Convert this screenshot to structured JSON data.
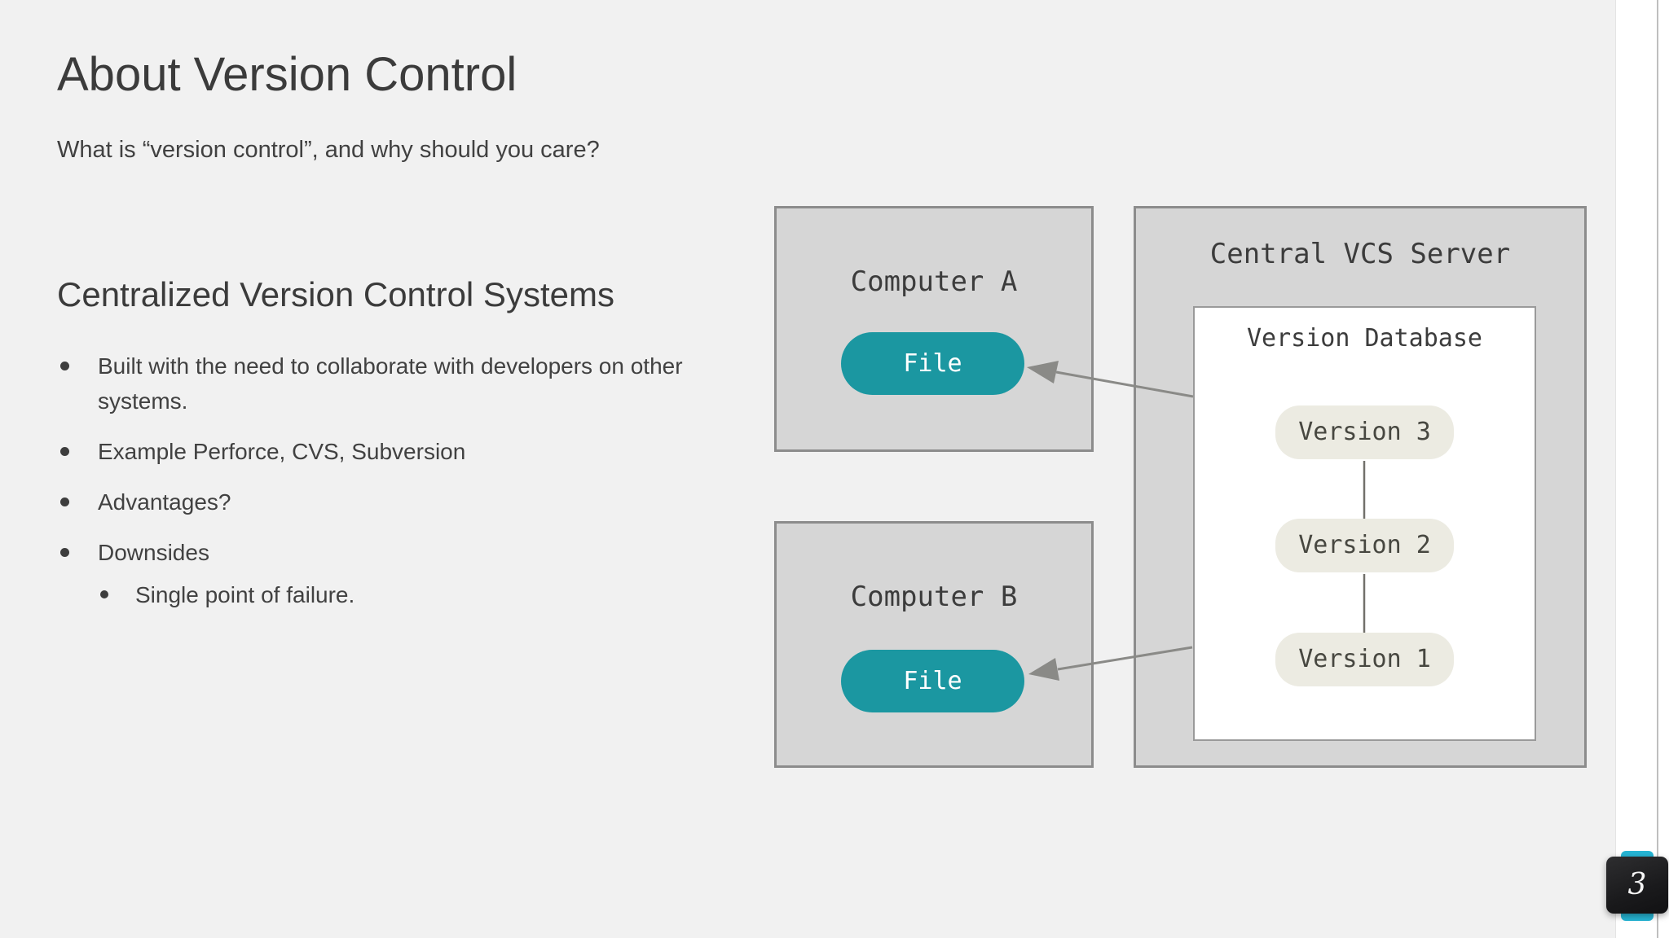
{
  "slide": {
    "title": "About Version Control",
    "subtitle": "What is “version control”, and why should you care?",
    "section_heading": "Centralized Version Control Systems",
    "bullets": [
      {
        "level": 1,
        "text": "Built with the need to collaborate with developers on other systems."
      },
      {
        "level": 1,
        "text": "Example Perforce, CVS, Subversion"
      },
      {
        "level": 1,
        "text": "Advantages?"
      },
      {
        "level": 1,
        "text": "Downsides"
      },
      {
        "level": 2,
        "text": "Single point of failure."
      }
    ],
    "page_number": "3"
  },
  "diagram": {
    "computer_a": {
      "label": "Computer A",
      "file_label": "File"
    },
    "computer_b": {
      "label": "Computer B",
      "file_label": "File"
    },
    "server": {
      "label": "Central VCS Server",
      "database_label": "Version Database",
      "versions": [
        "Version 3",
        "Version 2",
        "Version 1"
      ]
    }
  },
  "colors": {
    "background": "#f1f1f1",
    "teal": "#1b97a1",
    "accent_cyan": "#26b4d3",
    "box_fill": "#d6d6d6",
    "box_border": "#8c8c8c",
    "pill_fill": "#ecebe2"
  }
}
